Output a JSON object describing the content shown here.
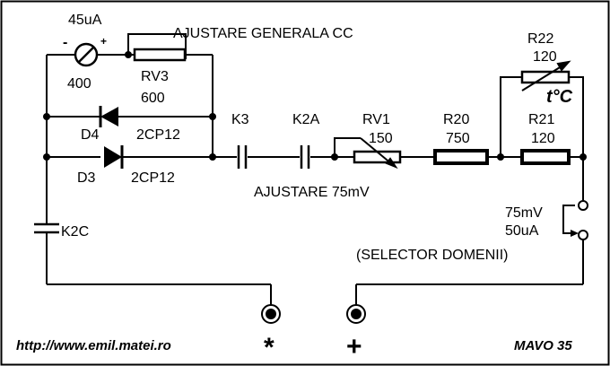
{
  "meter": {
    "name": "45uA",
    "value": "400",
    "minus": "-",
    "plus": "+"
  },
  "rv3": {
    "name": "RV3",
    "value": "600",
    "caption": "AJUSTARE GENERALA CC"
  },
  "d4": {
    "name": "D4",
    "type": "2CP12"
  },
  "d3": {
    "name": "D3",
    "type": "2CP12"
  },
  "k3": {
    "name": "K3"
  },
  "k2a": {
    "name": "K2A"
  },
  "k2c": {
    "name": "K2C"
  },
  "rv1": {
    "name": "RV1",
    "value": "150",
    "caption": "AJUSTARE 75mV"
  },
  "r20": {
    "name": "R20",
    "value": "750"
  },
  "r22": {
    "name": "R22",
    "value": "120",
    "temp": "t°C"
  },
  "r21": {
    "name": "R21",
    "value": "120"
  },
  "selector": {
    "range1": "75mV",
    "range2": "50uA",
    "caption": "(SELECTOR DOMENII)"
  },
  "terminals": {
    "common": "*",
    "positive": "+"
  },
  "footer": {
    "url": "http://www.emil.matei.ro",
    "model": "MAVO 35"
  }
}
